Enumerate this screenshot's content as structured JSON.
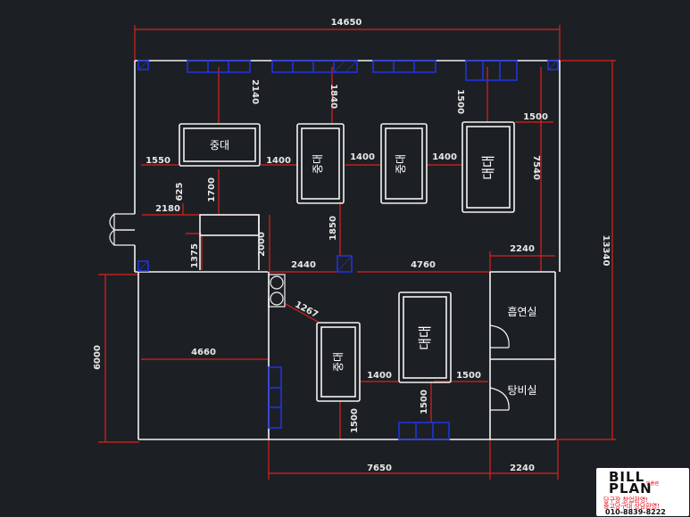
{
  "dimensions": {
    "total_width": "14650",
    "total_height": "13340",
    "top_gap_left": "2140",
    "top_gap_mid": "1840",
    "top_gap_right": "1500",
    "right_offset": "1500",
    "left_offset": "1550",
    "gap_1": "1400",
    "gap_2": "1400",
    "gap_3": "1400",
    "right_height": "7540",
    "small_625": "625",
    "height_1700": "1700",
    "width_2180": "2180",
    "height_1375": "1375",
    "height_2000": "2000",
    "height_1850": "1850",
    "width_2440": "2440",
    "width_4760": "4760",
    "width_2240_top": "2240",
    "diagonal_1267": "1267",
    "lower_left_width": "4660",
    "lower_left_height": "6000",
    "lower_gap_1400": "1400",
    "lower_gap_1500": "1500",
    "lower_height_1500_a": "1500",
    "lower_height_1500_b": "1500",
    "bottom_width": "7650",
    "bottom_width_right": "2240"
  },
  "tables": {
    "upper_left": "중대",
    "upper_mid1": "중대",
    "upper_mid2": "중대",
    "upper_right": "대대",
    "lower_small": "중대",
    "lower_large": "대대"
  },
  "rooms": {
    "smoking_room": "흡연실",
    "storage": "탕비실"
  },
  "logo": {
    "line1": "BILL",
    "line2": "PLAN",
    "tag": "빌플랜",
    "text1": "당구장 창업환영!",
    "text2": "중고당구대 상담환영!",
    "phone": "010-8839-8222"
  },
  "colors": {
    "background": "#1c2024",
    "wall": "#f2f2f2",
    "dimension": "#e01f1f",
    "fixture": "#2233dd"
  }
}
